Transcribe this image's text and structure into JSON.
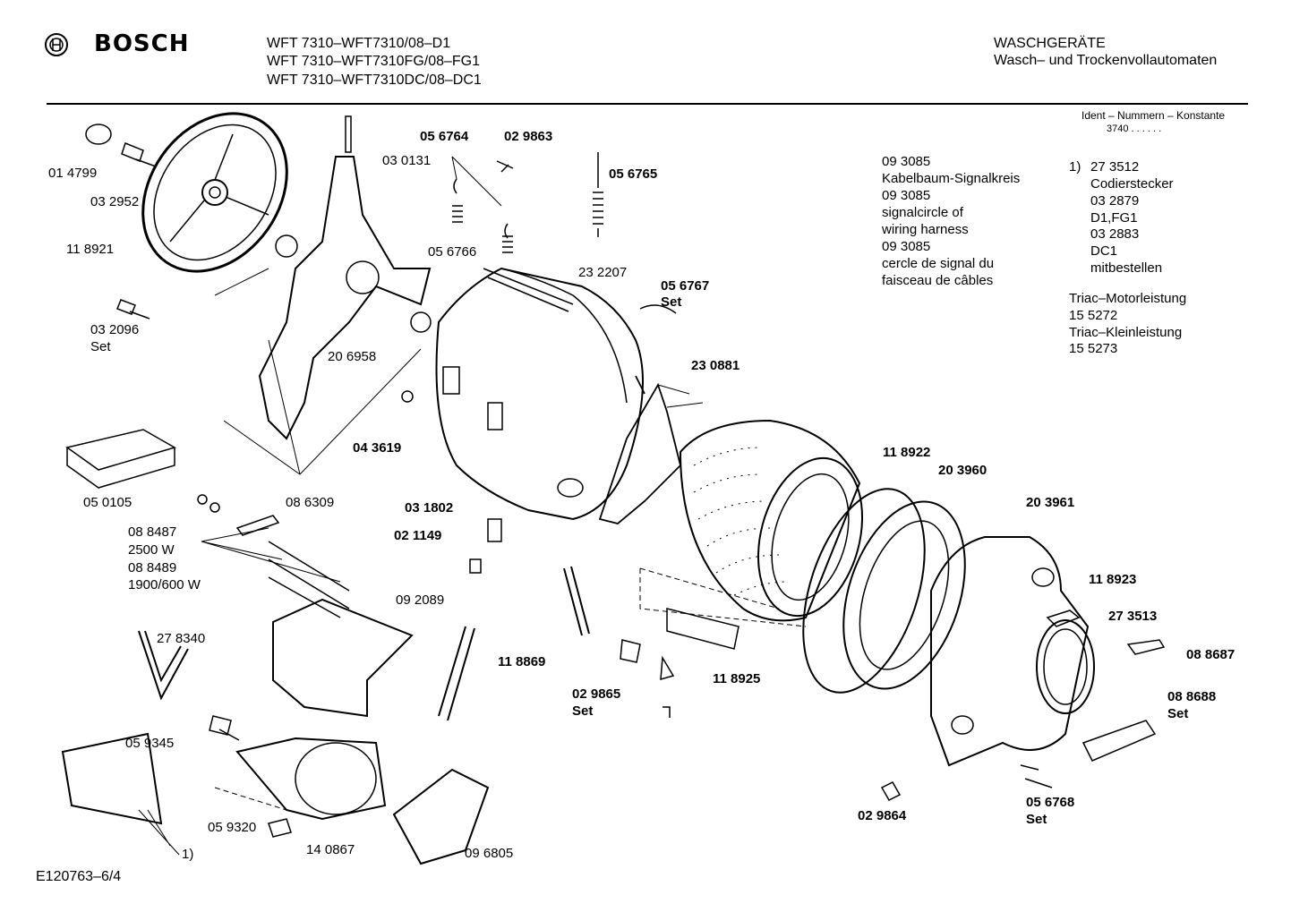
{
  "header": {
    "brand": "BOSCH",
    "models": [
      "WFT 7310–WFT7310/08–D1",
      "WFT 7310–WFT7310FG/08–FG1",
      "WFT 7310–WFT7310DC/08–DC1"
    ],
    "category": "WASCHGERÄTE",
    "subcategory": "Wasch– und Trockenvollautomaten"
  },
  "ident": {
    "label": "Ident – Nummern – Konstante",
    "value": "3740 . . . . . ."
  },
  "notes": {
    "wiring": [
      "09 3085",
      "Kabelbaum-Signalkreis",
      "09 3085",
      "signalcircle of",
      "wiring harness",
      "09 3085",
      "cercle de signal du",
      "faisceau de câbles"
    ],
    "footnote_marker": "1)",
    "footnote": [
      "27 3512",
      "Codierstecker",
      "03 2879",
      "D1,FG1",
      "03 2883",
      "DC1",
      "mitbestellen"
    ],
    "triac": [
      "Triac–Motorleistung",
      "15 5272",
      "Triac–Kleinleistung",
      "15 5273"
    ]
  },
  "parts": {
    "p014799": "01 4799",
    "p032952": "03 2952",
    "p118921": "11 8921",
    "p032096": "03 2096",
    "p032096_set": "Set",
    "p030131": "03 0131",
    "p056764": "05 6764",
    "p029863": "02 9863",
    "p056765": "05 6765",
    "p056766": "05 6766",
    "p232207": "23 2207",
    "p056767": "05 6767",
    "p056767_set": "Set",
    "p206958": "20 6958",
    "p230881": "23 0881",
    "p043619": "04 3619",
    "p050105": "05 0105",
    "p086309": "08 6309",
    "p118922": "11 8922",
    "p203960": "20 3960",
    "p203961": "20 3961",
    "p088487": "08 8487",
    "p2500w": "2500 W",
    "p088489": "08 8489",
    "p1900w": "1900/600 W",
    "p031802": "03 1802",
    "p021149": "02 1149",
    "p092089": "09 2089",
    "p278340": "27 8340",
    "p118923": "11 8923",
    "p273513": "27 3513",
    "p088687": "08 8687",
    "p118869": "11 8869",
    "p118925": "11 8925",
    "p029865": "02 9865",
    "p029865_set": "Set",
    "p088688": "08 8688",
    "p088688_set": "Set",
    "p059345": "05 9345",
    "p059320": "05 9320",
    "p140867": "14 0867",
    "p096805": "09 6805",
    "p029864": "02 9864",
    "p056768": "05 6768",
    "p056768_set": "Set",
    "p_ref1": "1)"
  },
  "footer": {
    "drawing_id": "E120763–6/4"
  }
}
